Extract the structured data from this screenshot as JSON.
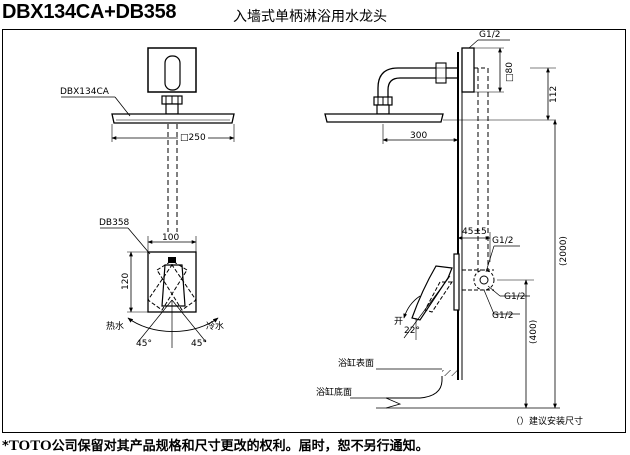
{
  "title": {
    "model": "DBX134CA+DB358",
    "description": "入墙式单柄淋浴用水龙头"
  },
  "front_view": {
    "showerhead_model": "DBX134CA",
    "showerhead_size": "□250",
    "mixer_model": "DB358",
    "mixer_width": "100",
    "mixer_height": "120",
    "hot_label": "热水",
    "cold_label": "冷水",
    "hot_angle": "45°",
    "cold_angle": "45°"
  },
  "side_view": {
    "thread_top": "G1/2",
    "flange_size": "□80",
    "arm_height": "112",
    "arm_reach": "300",
    "mixer_offset": "45±5",
    "thread_mixer_1": "G1/2",
    "thread_mixer_2": "G1/2",
    "thread_mixer_3": "G1/2",
    "open_label": "开",
    "open_angle": "22°",
    "total_height": "(2000)",
    "mixer_install_height": "(400)",
    "tub_surface_label": "浴缸表面",
    "tub_bottom_label": "浴缸底面"
  },
  "legend_note": "（）建议安装尺寸",
  "footer": {
    "prefix": "*",
    "brand": "TOTO",
    "text": "公司保留对其产品规格和尺寸更改的权利。届时，恕不另行通知。"
  }
}
